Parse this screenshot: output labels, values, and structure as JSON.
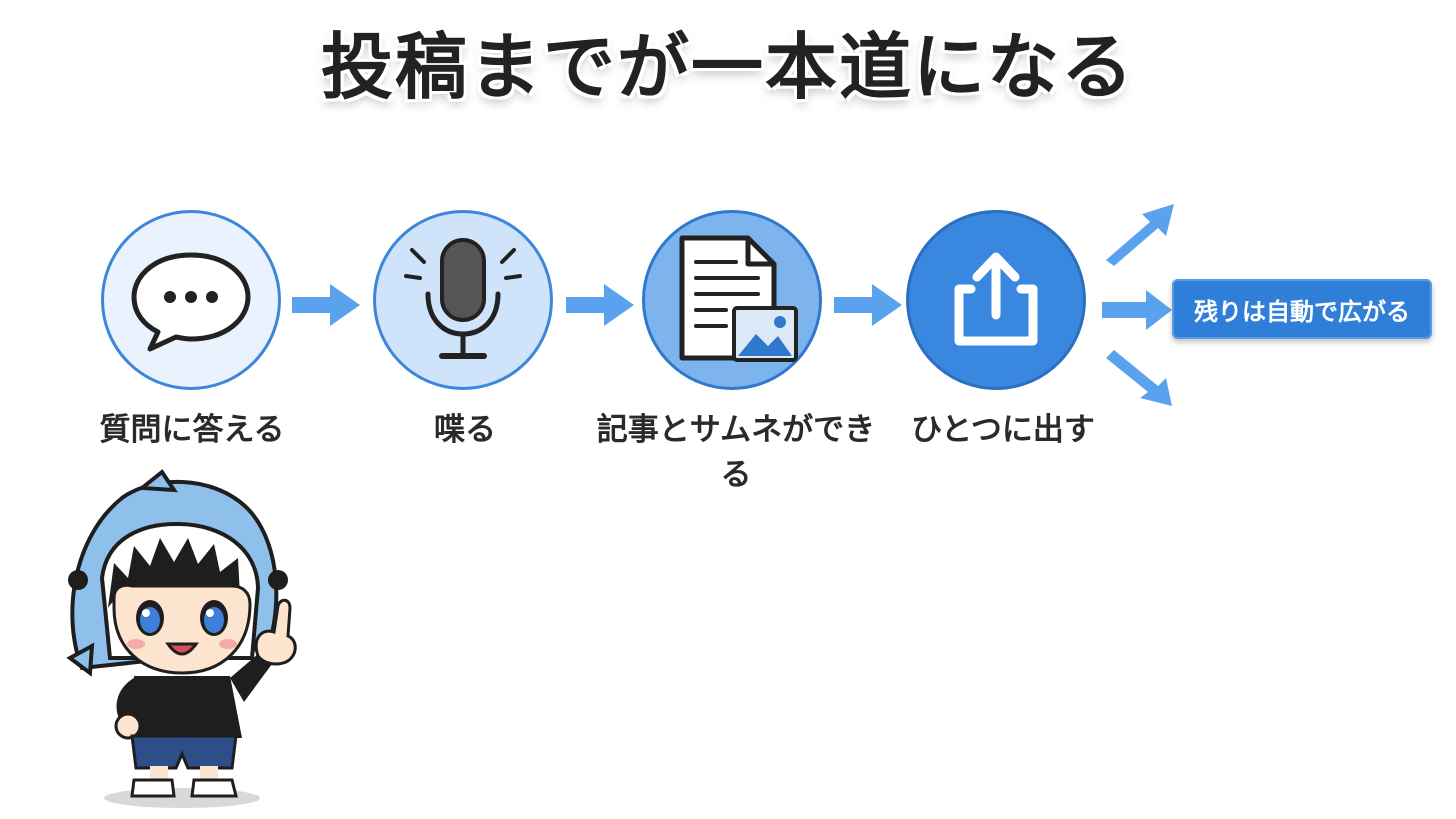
{
  "title": "投稿までが一本道になる",
  "steps": [
    {
      "label": "質問に答える",
      "icon": "speech-bubble-icon"
    },
    {
      "label": "喋る",
      "icon": "microphone-icon"
    },
    {
      "label": "記事とサムネができる",
      "icon": "document-image-icon"
    },
    {
      "label": "ひとつに出す",
      "icon": "upload-icon"
    }
  ],
  "result": {
    "label": "残りは自動で広がる"
  },
  "colors": {
    "accent": "#2f7fd8",
    "arrow": "#5aa2ee",
    "text": "#222222"
  }
}
